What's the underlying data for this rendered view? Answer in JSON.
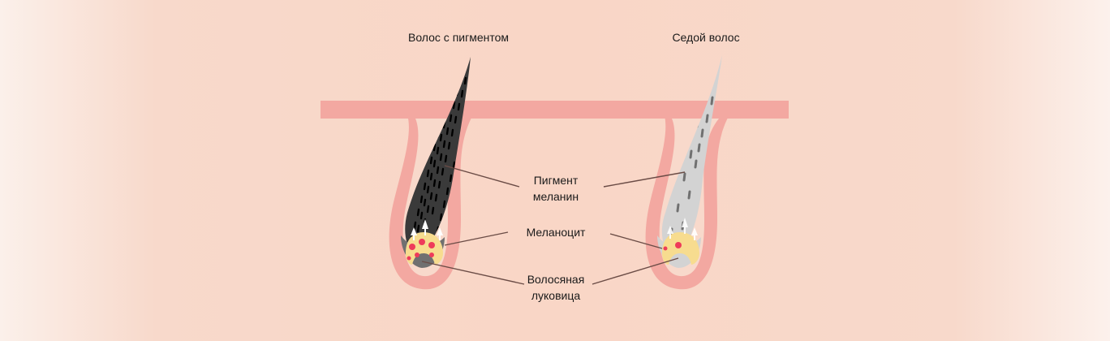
{
  "labels": {
    "pigmented_hair": "Волос с пигментом",
    "gray_hair": "Седой волос",
    "pigment_line1": "Пигмент",
    "pigment_line2": "меланин",
    "melanocyte": "Меланоцит",
    "bulb_line1": "Волосяная",
    "bulb_line2": "луковица"
  },
  "colors": {
    "skin": "#f3a8a1",
    "skin_inner": "#f8d9cb",
    "hair_dark": "#3a3a3a",
    "hair_gray": "#d3d3d3",
    "dash_dark": "#000000",
    "dash_gray": "#707070",
    "papilla": "#f7dc8f",
    "melanocyte": "#ee3b5a",
    "pointer": "#6b4c46"
  }
}
